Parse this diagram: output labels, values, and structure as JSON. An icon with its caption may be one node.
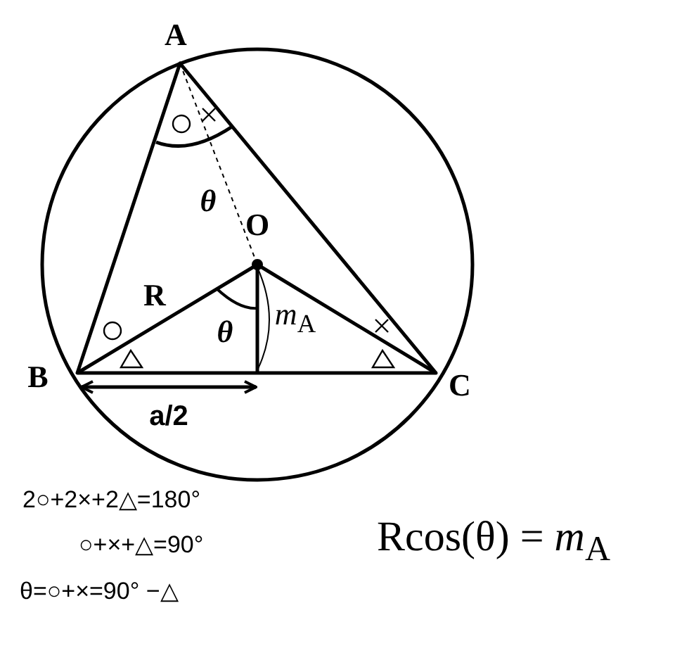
{
  "diagram": {
    "labels": [
      "A",
      "θ",
      "O",
      "R",
      "θ",
      "*m*$_{A}$",
      "B",
      "C",
      "a/2",
      "2○+2×+2△=180°",
      "○+×+△=90°",
      "θ=○+×=90° −△",
      "Rcos(θ) = *m*$_{A}$"
    ]
  }
}
